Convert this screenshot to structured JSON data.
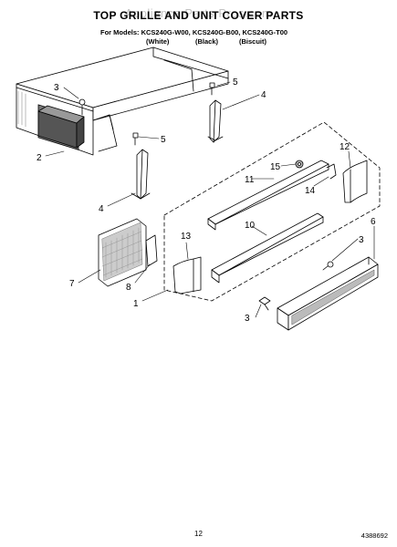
{
  "header": {
    "title": "TOP GRILLE AND UNIT COVER PARTS",
    "watermark": "Appliance Parts Pros.com",
    "models_line": "For Models: KCS240G-W00, KCS240G-B00, KCS240G-T00",
    "color_white": "(White)",
    "color_black": "(Black)",
    "color_biscuit": "(Biscuit)"
  },
  "callouts": {
    "c1": "1",
    "c2": "2",
    "c3a": "3",
    "c3b": "3",
    "c3c": "3",
    "c4a": "4",
    "c4b": "4",
    "c5a": "5",
    "c5b": "5",
    "c6": "6",
    "c7": "7",
    "c8": "8",
    "c10": "10",
    "c11": "11",
    "c12": "12",
    "c13": "13",
    "c14": "14",
    "c15": "15"
  },
  "footer": {
    "page_number": "12",
    "part_code": "4388692"
  }
}
